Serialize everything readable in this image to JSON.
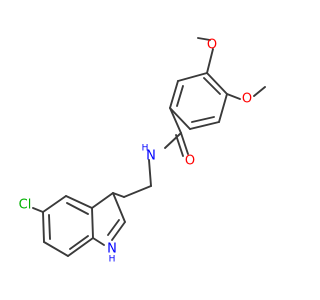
{
  "molecule": {
    "atoms": {
      "o_methoxy_top": "O",
      "o_methoxy_right": "O",
      "n_amide": "N",
      "h_amide": "H",
      "o_carbonyl": "O",
      "cl": "Cl",
      "n_indole": "N",
      "h_indole": "H"
    }
  },
  "colors": {
    "bond": "#3a3a3a",
    "oxygen": "#ff0000",
    "nitrogen": "#0000ff",
    "chlorine": "#00b000"
  }
}
